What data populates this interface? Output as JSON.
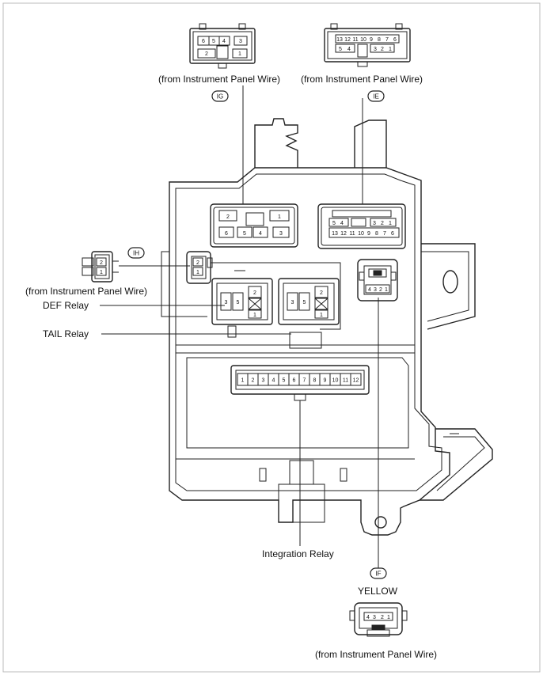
{
  "labels": {
    "ig_source": "(from Instrument Panel Wire)",
    "ie_source": "(from Instrument Panel Wire)",
    "ih_source": "(from Instrument Panel Wire)",
    "if_source": "(from Instrument Panel Wire)",
    "def_relay": "DEF Relay",
    "tail_relay": "TAIL Relay",
    "integration_relay": "Integration Relay",
    "yellow": "YELLOW"
  },
  "codes": {
    "ig": "IG",
    "ie": "IE",
    "ih": "IH",
    "if": "IF"
  },
  "pins": {
    "ig": {
      "top_row": [
        "6",
        "5",
        "4",
        "3"
      ],
      "bottom_row": [
        "2",
        "1"
      ],
      "socket_top": [
        "2",
        "1"
      ],
      "socket_bottom": [
        "6",
        "5",
        "4",
        "3"
      ]
    },
    "ie": {
      "top_row": [
        "13",
        "12",
        "11",
        "10",
        "9",
        "8",
        "7",
        "6"
      ],
      "bottom_row": [
        "5",
        "4",
        "3",
        "2",
        "1"
      ],
      "socket_top": [
        "5",
        "4",
        "3",
        "2",
        "1"
      ],
      "socket_bottom": [
        "13",
        "12",
        "11",
        "10",
        "9",
        "8",
        "7",
        "6"
      ]
    },
    "ih": [
      "2",
      "1"
    ],
    "relay": [
      "3",
      "5",
      "2",
      "1"
    ],
    "if": [
      "4",
      "3",
      "2",
      "1"
    ],
    "integration": [
      "1",
      "2",
      "3",
      "4",
      "5",
      "6",
      "7",
      "8",
      "9",
      "10",
      "11",
      "12"
    ]
  }
}
